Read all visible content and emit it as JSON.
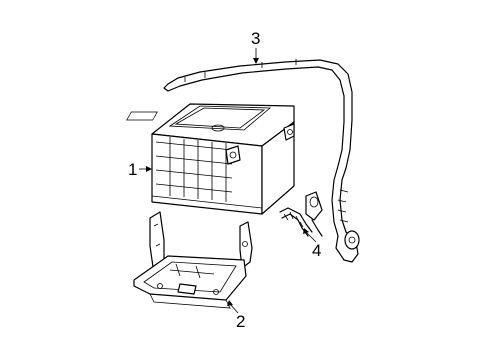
{
  "callouts": {
    "c1": "1",
    "c2": "2",
    "c3": "3",
    "c4": "4"
  },
  "parts": [
    {
      "callout": "1",
      "name": "battery",
      "icon": "battery-icon"
    },
    {
      "callout": "2",
      "name": "battery-tray",
      "icon": "tray-bracket-icon"
    },
    {
      "callout": "3",
      "name": "battery-cable",
      "icon": "cable-icon"
    },
    {
      "callout": "4",
      "name": "cable-terminal",
      "icon": "terminal-icon"
    }
  ],
  "colors": {
    "line": "#000000",
    "background": "#ffffff"
  }
}
